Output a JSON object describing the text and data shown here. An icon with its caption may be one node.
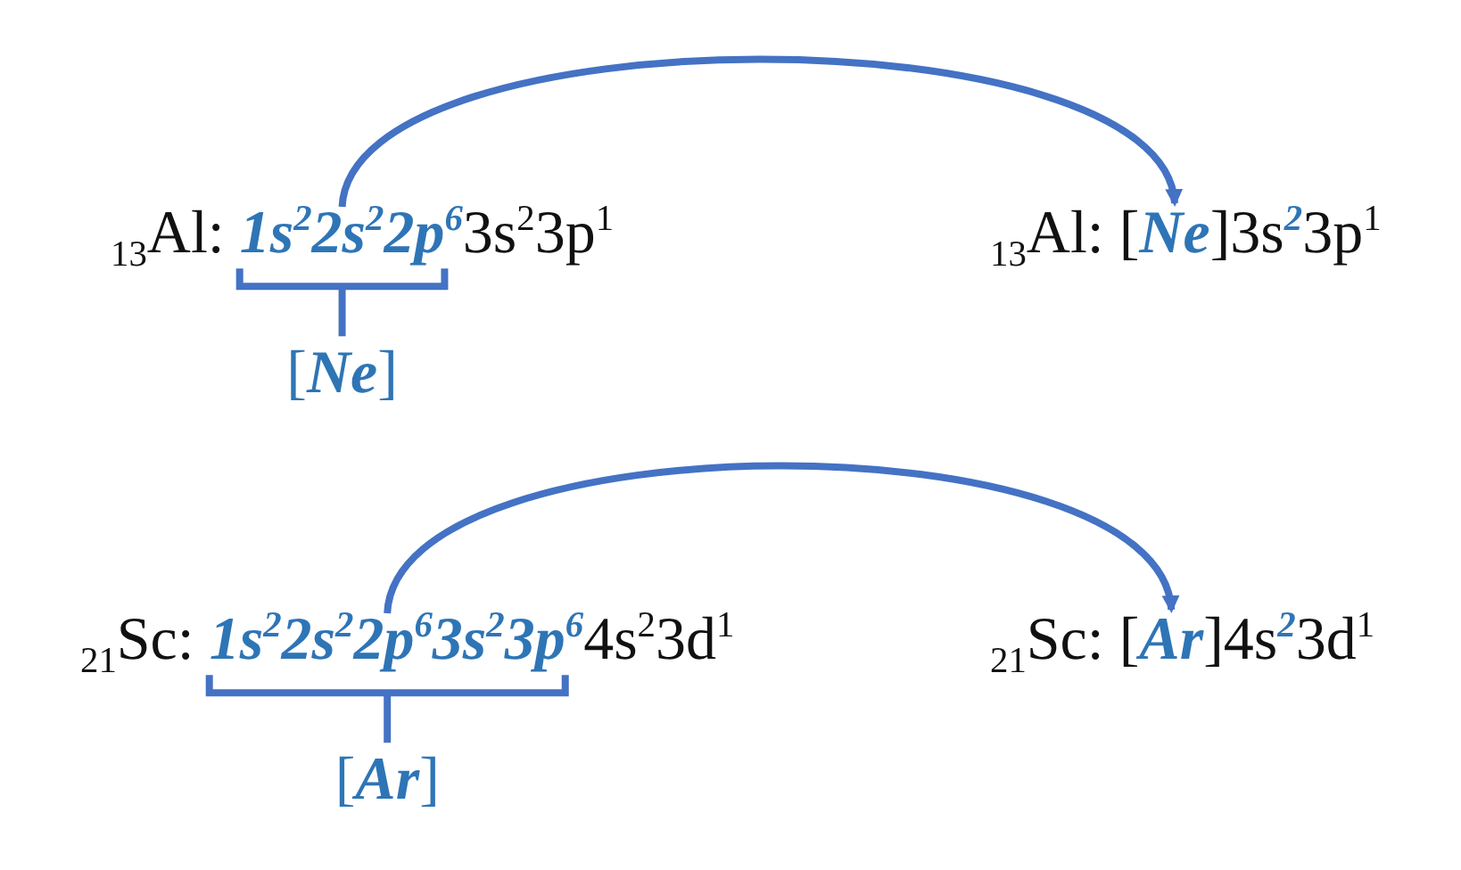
{
  "diagram": {
    "nodes": [
      {
        "text": [
          "$_{13}$Al: **1s**$^{2}$**2s**$^{2}$**2p**$^{6}$3s$^{2}$3p$^{1}$"
        ]
      },
      {
        "text": [
          "$_{13}$Al: [**Ne**]3s$^{2}$3p$^{1}$"
        ]
      },
      {
        "text": [
          "$_{21}$Sc: **1s**$^{2}$**2s**$^{2}$**2p**$^{6}$**3s**$^{2}$**3p**$^{6}$4s$^{2}$3d$^{1}$"
        ]
      },
      {
        "text": [
          "$_{21}$Sc: [**Ar**]4s$^{2}$3d$^{1}$"
        ]
      }
    ],
    "edges": [
      {
        "from": 0,
        "to": 1,
        "arrow": "to"
      },
      {
        "from": 2,
        "to": 3,
        "arrow": "to"
      }
    ],
    "labels": [
      "[**Ne**]",
      "[**Ar**]"
    ]
  }
}
